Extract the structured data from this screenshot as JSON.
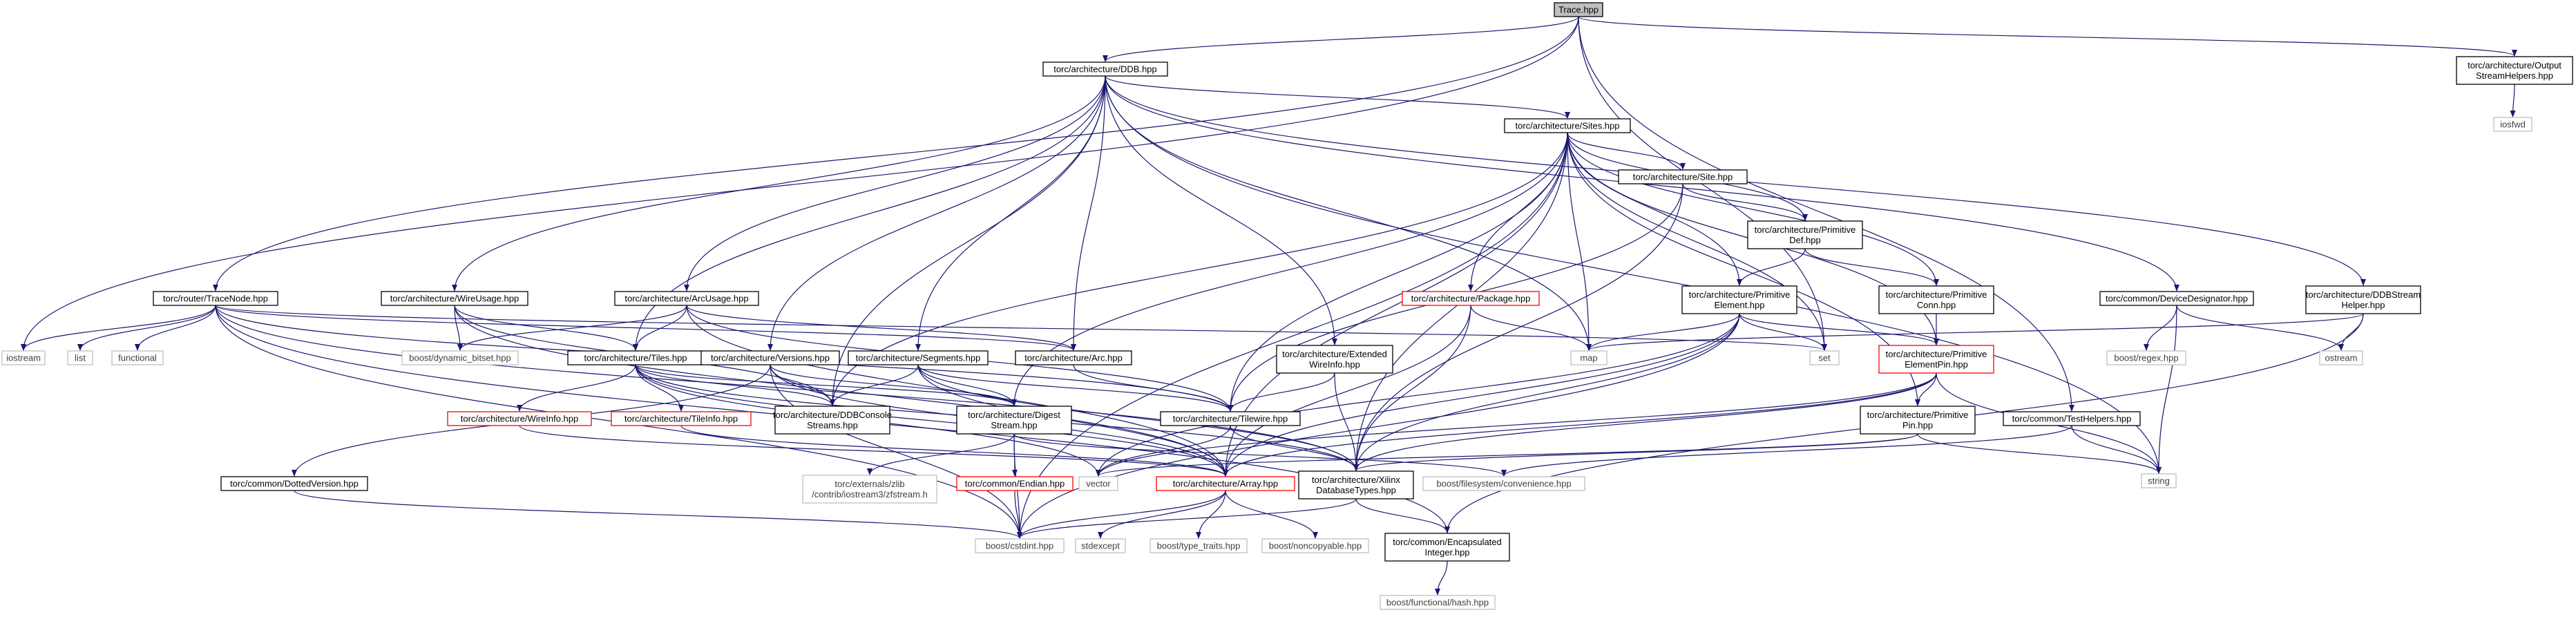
{
  "graph": {
    "colors": {
      "edge": "#191970",
      "root_fill": "#bfbfbf",
      "node_border": "#000000",
      "leaf_border": "#bfbfbf",
      "red_border": "#ff0000",
      "text": "#000000",
      "leaf_text": "#404040"
    },
    "nodes": [
      {
        "id": "trace",
        "lines": [
          "Trace.hpp"
        ],
        "style": "root"
      },
      {
        "id": "ddb",
        "lines": [
          "torc/architecture/DDB.hpp"
        ],
        "style": "normal"
      },
      {
        "id": "outstream",
        "lines": [
          "torc/architecture/Output",
          "StreamHelpers.hpp"
        ],
        "style": "normal"
      },
      {
        "id": "iosfwd",
        "lines": [
          "iosfwd"
        ],
        "style": "leaf"
      },
      {
        "id": "sites",
        "lines": [
          "torc/architecture/Sites.hpp"
        ],
        "style": "normal"
      },
      {
        "id": "tracenode",
        "lines": [
          "torc/router/TraceNode.hpp"
        ],
        "style": "normal"
      },
      {
        "id": "wireusage",
        "lines": [
          "torc/architecture/WireUsage.hpp"
        ],
        "style": "normal"
      },
      {
        "id": "arcusage",
        "lines": [
          "torc/architecture/ArcUsage.hpp"
        ],
        "style": "normal"
      },
      {
        "id": "site",
        "lines": [
          "torc/architecture/Site.hpp"
        ],
        "style": "normal"
      },
      {
        "id": "primdef",
        "lines": [
          "torc/architecture/Primitive",
          "Def.hpp"
        ],
        "style": "normal"
      },
      {
        "id": "package",
        "lines": [
          "torc/architecture/Package.hpp"
        ],
        "style": "red"
      },
      {
        "id": "primelem",
        "lines": [
          "torc/architecture/Primitive",
          "Element.hpp"
        ],
        "style": "normal"
      },
      {
        "id": "primconn",
        "lines": [
          "torc/architecture/Primitive",
          "Conn.hpp"
        ],
        "style": "normal"
      },
      {
        "id": "devdes",
        "lines": [
          "torc/common/DeviceDesignator.hpp"
        ],
        "style": "normal"
      },
      {
        "id": "ddbstream",
        "lines": [
          "torc/architecture/DDBStream",
          "Helper.hpp"
        ],
        "style": "normal"
      },
      {
        "id": "iostream",
        "lines": [
          "iostream"
        ],
        "style": "leaf"
      },
      {
        "id": "list",
        "lines": [
          "list"
        ],
        "style": "leaf"
      },
      {
        "id": "functional",
        "lines": [
          "functional"
        ],
        "style": "leaf"
      },
      {
        "id": "dynbitset",
        "lines": [
          "boost/dynamic_bitset.hpp"
        ],
        "style": "leaf"
      },
      {
        "id": "tiles",
        "lines": [
          "torc/architecture/Tiles.hpp"
        ],
        "style": "normal"
      },
      {
        "id": "arc",
        "lines": [
          "torc/architecture/Arc.hpp"
        ],
        "style": "normal"
      },
      {
        "id": "versions",
        "lines": [
          "torc/architecture/Versions.hpp"
        ],
        "style": "normal"
      },
      {
        "id": "segments",
        "lines": [
          "torc/architecture/Segments.hpp"
        ],
        "style": "normal"
      },
      {
        "id": "extwire",
        "lines": [
          "torc/architecture/Extended",
          "WireInfo.hpp"
        ],
        "style": "normal"
      },
      {
        "id": "map",
        "lines": [
          "map"
        ],
        "style": "leaf"
      },
      {
        "id": "set",
        "lines": [
          "set"
        ],
        "style": "leaf"
      },
      {
        "id": "primpinelem",
        "lines": [
          "torc/architecture/Primitive",
          "ElementPin.hpp"
        ],
        "style": "red"
      },
      {
        "id": "regex",
        "lines": [
          "boost/regex.hpp"
        ],
        "style": "leaf"
      },
      {
        "id": "ostream",
        "lines": [
          "ostream"
        ],
        "style": "leaf"
      },
      {
        "id": "wireinfo",
        "lines": [
          "torc/architecture/WireInfo.hpp"
        ],
        "style": "red"
      },
      {
        "id": "tileinfo",
        "lines": [
          "torc/architecture/TileInfo.hpp"
        ],
        "style": "red"
      },
      {
        "id": "ddbconsole",
        "lines": [
          "torc/architecture/DDBConsole",
          "Streams.hpp"
        ],
        "style": "normal"
      },
      {
        "id": "digest",
        "lines": [
          "torc/architecture/Digest",
          "Stream.hpp"
        ],
        "style": "normal"
      },
      {
        "id": "tilewire",
        "lines": [
          "torc/architecture/Tilewire.hpp"
        ],
        "style": "normal"
      },
      {
        "id": "primpin",
        "lines": [
          "torc/architecture/Primitive",
          "Pin.hpp"
        ],
        "style": "normal"
      },
      {
        "id": "testhelpers",
        "lines": [
          "torc/common/TestHelpers.hpp"
        ],
        "style": "normal"
      },
      {
        "id": "string",
        "lines": [
          "string"
        ],
        "style": "leaf"
      },
      {
        "id": "dottedver",
        "lines": [
          "torc/common/DottedVersion.hpp"
        ],
        "style": "normal"
      },
      {
        "id": "zfstream",
        "lines": [
          "torc/externals/zlib",
          "/contrib/iostream3/zfstream.h"
        ],
        "style": "leaf"
      },
      {
        "id": "endian",
        "lines": [
          "torc/common/Endian.hpp"
        ],
        "style": "red"
      },
      {
        "id": "vector",
        "lines": [
          "vector"
        ],
        "style": "leaf"
      },
      {
        "id": "array",
        "lines": [
          "torc/architecture/Array.hpp"
        ],
        "style": "red"
      },
      {
        "id": "xilinxtypes",
        "lines": [
          "torc/architecture/Xilinx",
          "DatabaseTypes.hpp"
        ],
        "style": "normal"
      },
      {
        "id": "fsconv",
        "lines": [
          "boost/filesystem/convenience.hpp"
        ],
        "style": "leaf"
      },
      {
        "id": "cstdint",
        "lines": [
          "boost/cstdint.hpp"
        ],
        "style": "leaf"
      },
      {
        "id": "stdexcept",
        "lines": [
          "stdexcept"
        ],
        "style": "leaf"
      },
      {
        "id": "typetraits",
        "lines": [
          "boost/type_traits.hpp"
        ],
        "style": "leaf"
      },
      {
        "id": "noncopyable",
        "lines": [
          "boost/noncopyable.hpp"
        ],
        "style": "leaf"
      },
      {
        "id": "encapint",
        "lines": [
          "torc/common/Encapsulated",
          "Integer.hpp"
        ],
        "style": "normal"
      },
      {
        "id": "boosthash",
        "lines": [
          "boost/functional/hash.hpp"
        ],
        "style": "leaf"
      }
    ],
    "edges": [
      [
        "trace",
        "ddb"
      ],
      [
        "trace",
        "outstream"
      ],
      [
        "trace",
        "tracenode"
      ],
      [
        "trace",
        "iostream"
      ],
      [
        "trace",
        "set"
      ],
      [
        "trace",
        "testhelpers"
      ],
      [
        "outstream",
        "iosfwd"
      ],
      [
        "ddb",
        "sites"
      ],
      [
        "ddb",
        "wireusage"
      ],
      [
        "ddb",
        "arcusage"
      ],
      [
        "ddb",
        "tiles"
      ],
      [
        "ddb",
        "versions"
      ],
      [
        "ddb",
        "segments"
      ],
      [
        "ddb",
        "arc"
      ],
      [
        "ddb",
        "extwire"
      ],
      [
        "ddb",
        "devdes"
      ],
      [
        "ddb",
        "ddbstream"
      ],
      [
        "ddb",
        "ddbconsole"
      ],
      [
        "ddb",
        "map"
      ],
      [
        "ddb",
        "string"
      ],
      [
        "sites",
        "site"
      ],
      [
        "sites",
        "primdef"
      ],
      [
        "sites",
        "primelem"
      ],
      [
        "sites",
        "primconn"
      ],
      [
        "sites",
        "package"
      ],
      [
        "sites",
        "primpinelem"
      ],
      [
        "sites",
        "primpin"
      ],
      [
        "sites",
        "map"
      ],
      [
        "sites",
        "set"
      ],
      [
        "sites",
        "tilewire"
      ],
      [
        "sites",
        "digest"
      ],
      [
        "sites",
        "array"
      ],
      [
        "sites",
        "xilinxtypes"
      ],
      [
        "sites",
        "cstdint"
      ],
      [
        "sites",
        "ddbconsole"
      ],
      [
        "site",
        "primdef"
      ],
      [
        "site",
        "tilewire"
      ],
      [
        "site",
        "xilinxtypes"
      ],
      [
        "primdef",
        "primelem"
      ],
      [
        "primdef",
        "primconn"
      ],
      [
        "primelem",
        "primpinelem"
      ],
      [
        "primelem",
        "map"
      ],
      [
        "primelem",
        "set"
      ],
      [
        "primelem",
        "array"
      ],
      [
        "primelem",
        "xilinxtypes"
      ],
      [
        "primelem",
        "cstdint"
      ],
      [
        "primelem",
        "vector"
      ],
      [
        "primconn",
        "primpinelem"
      ],
      [
        "primpinelem",
        "primpin"
      ],
      [
        "primpinelem",
        "string"
      ],
      [
        "primpinelem",
        "array"
      ],
      [
        "primpinelem",
        "xilinxtypes"
      ],
      [
        "primpinelem",
        "vector"
      ],
      [
        "package",
        "map"
      ],
      [
        "package",
        "array"
      ],
      [
        "package",
        "xilinxtypes"
      ],
      [
        "primpin",
        "string"
      ],
      [
        "primpin",
        "xilinxtypes"
      ],
      [
        "primpin",
        "vector"
      ],
      [
        "devdes",
        "regex"
      ],
      [
        "devdes",
        "ostream"
      ],
      [
        "devdes",
        "string"
      ],
      [
        "ddbstream",
        "ostream"
      ],
      [
        "ddbstream",
        "encapint"
      ],
      [
        "ddbstream",
        "map"
      ],
      [
        "tracenode",
        "iostream"
      ],
      [
        "tracenode",
        "list"
      ],
      [
        "tracenode",
        "functional"
      ],
      [
        "tracenode",
        "set"
      ],
      [
        "tracenode",
        "arc"
      ],
      [
        "tracenode",
        "tilewire"
      ],
      [
        "tracenode",
        "cstdint"
      ],
      [
        "tracenode",
        "xilinxtypes"
      ],
      [
        "tracenode",
        "encapint"
      ],
      [
        "wireusage",
        "tiles"
      ],
      [
        "wireusage",
        "dynbitset"
      ],
      [
        "wireusage",
        "ddbconsole"
      ],
      [
        "wireusage",
        "array"
      ],
      [
        "arcusage",
        "tiles"
      ],
      [
        "arcusage",
        "arc"
      ],
      [
        "arcusage",
        "dynbitset"
      ],
      [
        "arcusage",
        "tilewire"
      ],
      [
        "arcusage",
        "array"
      ],
      [
        "tiles",
        "wireinfo"
      ],
      [
        "tiles",
        "tileinfo"
      ],
      [
        "tiles",
        "ddbconsole"
      ],
      [
        "tiles",
        "digest"
      ],
      [
        "tiles",
        "array"
      ],
      [
        "tiles",
        "xilinxtypes"
      ],
      [
        "tiles",
        "vector"
      ],
      [
        "arc",
        "tilewire"
      ],
      [
        "versions",
        "dottedver"
      ],
      [
        "versions",
        "ddbconsole"
      ],
      [
        "versions",
        "digest"
      ],
      [
        "versions",
        "array"
      ],
      [
        "versions",
        "cstdint"
      ],
      [
        "segments",
        "ddbconsole"
      ],
      [
        "segments",
        "digest"
      ],
      [
        "segments",
        "tilewire"
      ],
      [
        "segments",
        "array"
      ],
      [
        "segments",
        "xilinxtypes"
      ],
      [
        "extwire",
        "tilewire"
      ],
      [
        "extwire",
        "xilinxtypes"
      ],
      [
        "wireinfo",
        "array"
      ],
      [
        "tileinfo",
        "array"
      ],
      [
        "digest",
        "endian"
      ],
      [
        "digest",
        "zfstream"
      ],
      [
        "digest",
        "fsconv"
      ],
      [
        "digest",
        "cstdint"
      ],
      [
        "tilewire",
        "xilinxtypes"
      ],
      [
        "tilewire",
        "vector"
      ],
      [
        "testhelpers",
        "string"
      ],
      [
        "testhelpers",
        "fsconv"
      ],
      [
        "dottedver",
        "cstdint"
      ],
      [
        "endian",
        "cstdint"
      ],
      [
        "array",
        "stdexcept"
      ],
      [
        "array",
        "typetraits"
      ],
      [
        "array",
        "noncopyable"
      ],
      [
        "array",
        "cstdint"
      ],
      [
        "xilinxtypes",
        "encapint"
      ],
      [
        "xilinxtypes",
        "cstdint"
      ],
      [
        "encapint",
        "boosthash"
      ]
    ]
  }
}
